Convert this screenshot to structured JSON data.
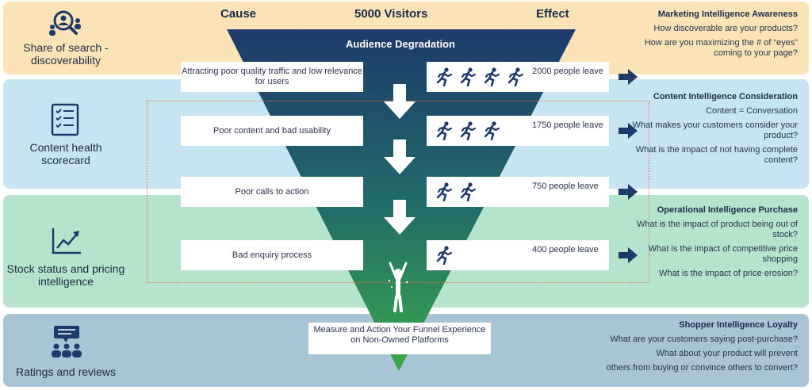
{
  "header": {
    "cause": "Cause",
    "visitors": "5000 Visitors",
    "effect": "Effect"
  },
  "funnel": {
    "audience_label": "Audience Degradation"
  },
  "stages": [
    {
      "cause": "Attracting poor quality traffic and low relevance for users",
      "effect": "2000 people leave",
      "runners": 4
    },
    {
      "cause": "Poor content and bad usability",
      "effect": "1750 people leave",
      "runners": 3
    },
    {
      "cause": "Poor calls to action",
      "effect": "750 people leave",
      "runners": 2
    },
    {
      "cause": "Bad enquiry process",
      "effect": "400 people leave",
      "runners": 1
    }
  ],
  "bottom_box": "Measure and Action Your Funnel Experience on Non-Owned Platforms",
  "left": [
    {
      "label": "Share of search - discoverability",
      "icon": "search-people-icon"
    },
    {
      "label": "Content health scorecard",
      "icon": "checklist-icon"
    },
    {
      "label": "Stock status and pricing intelligence",
      "icon": "trend-chart-icon"
    },
    {
      "label": "Ratings and reviews",
      "icon": "reviews-people-icon"
    }
  ],
  "right": [
    {
      "title": "Marketing Intelligence Awareness",
      "questions": [
        "How discoverable are your products?",
        "How are you maximizing the # of “eyes” coming to your page?"
      ]
    },
    {
      "title": "Content Intelligence Consideration",
      "questions": [
        "Content = Conversation",
        "What makes your customers consider your product?",
        "What is the impact of not having complete content?"
      ]
    },
    {
      "title": "Operational Intelligence Purchase",
      "questions": [
        "What is the impact of product being out of stock?",
        "What is the impact of competitive price shopping",
        "What is the impact of price erosion?"
      ]
    },
    {
      "title": "Shopper Intelligence Loyalty",
      "questions": [
        "What are your customers saying post-purchase?",
        "What about your product will prevent",
        "others from buying or convince others to convert?"
      ]
    }
  ],
  "colors": {
    "funnel_top": "#1d3a6b",
    "funnel_bottom": "#3aa84a",
    "arrow": "#1d3a6b",
    "dotted_border": "#e07a3a"
  }
}
